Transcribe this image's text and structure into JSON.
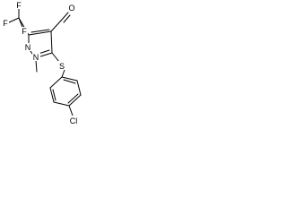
{
  "structure": {
    "line_color": "#000000",
    "background": "#ffffff",
    "atoms": {
      "F_top": "F",
      "F_left": "F",
      "F_mid": "F",
      "N_upper": "N",
      "N_lower": "N",
      "O": "O",
      "S": "S",
      "Cl": "Cl"
    }
  }
}
